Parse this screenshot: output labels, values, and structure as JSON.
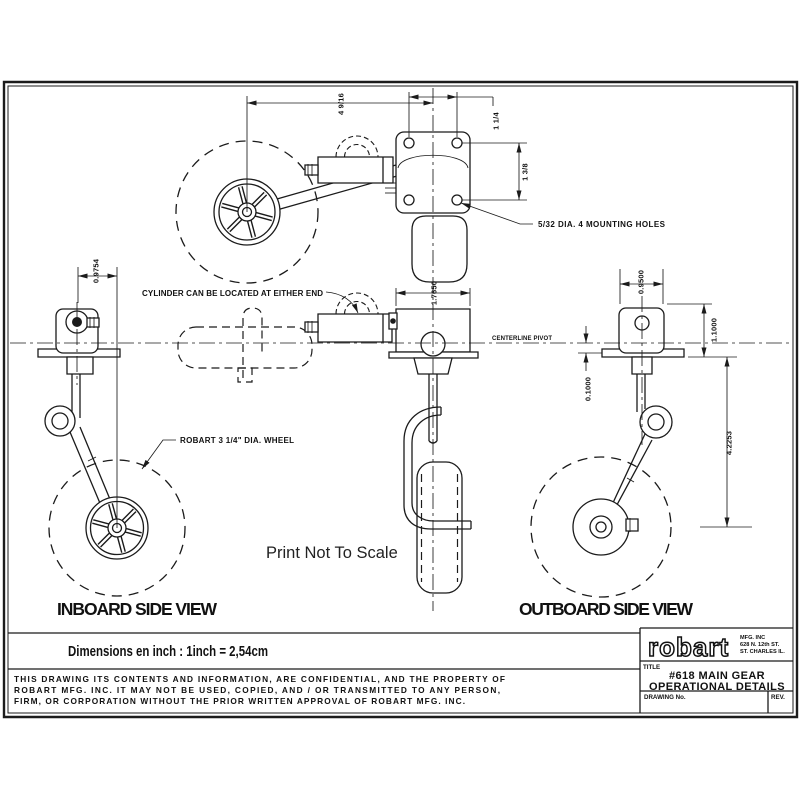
{
  "colors": {
    "ink": "#1b1b1b",
    "background": "#ffffff"
  },
  "top_view": {
    "dim_width": "4 9/16",
    "dim_hole_spacing_h": "1 1/4",
    "dim_hole_spacing_v": "1 3/8",
    "mounting_note": "5/32 DIA. 4 MOUNTING HOLES"
  },
  "middle": {
    "cylinder_note": "CYLINDER CAN BE LOCATED AT EITHER END",
    "dim_body_width": "1.7650",
    "centerline_label": "CENTERLINE PIVOT",
    "wheel_note": "ROBART 3 1/4\" DIA. WHEEL",
    "scale_note": "Print Not To Scale"
  },
  "inboard": {
    "label": "INBOARD  SIDE  VIEW",
    "dim_offset": "0.9754"
  },
  "outboard": {
    "label": "OUTBOARD  SIDE  VIEW",
    "dim_top": "0.9500",
    "dim_height": "1.1000",
    "dim_drop": "0.1000",
    "dim_extension": "4.2253"
  },
  "footer": {
    "dimensions_note": "Dimensions en inch : 1inch = 2,54cm",
    "confidentiality_line1": "THIS  DRAWING  ITS  CONTENTS  AND  INFORMATION,  ARE  CONFIDENTIAL,  AND  THE  PROPERTY  OF",
    "confidentiality_line2": "ROBART  MFG.  INC.  IT  MAY  NOT  BE  USED,  COPIED,  AND  /  OR  TRANSMITTED  TO  ANY  PERSON,",
    "confidentiality_line3": "FIRM,  OR  CORPORATION  WITHOUT  THE  PRIOR  WRITTEN  APPROVAL  OF  ROBART  MFG.  INC."
  },
  "title_block": {
    "logo": "robart",
    "company_line1": "MFG. INC",
    "company_line2": "628 N. 12th ST.",
    "company_line3": "ST. CHARLES IL.",
    "title_label": "TITLE",
    "title_line1": "#618  MAIN  GEAR",
    "title_line2": "OPERATIONAL  DETAILS",
    "drawing_no_label": "DRAWING No.",
    "rev_label": "REV."
  }
}
